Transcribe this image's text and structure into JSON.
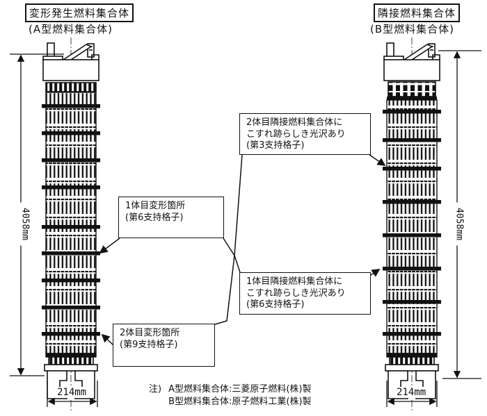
{
  "titles": {
    "left": {
      "boxed": "変形発生燃料集合体",
      "sub": "(A型燃料集合体)"
    },
    "right": {
      "boxed": "隣接燃料集合体",
      "sub": "(B型燃料集合体)"
    }
  },
  "callouts": {
    "b_grid3": {
      "line1": "2体目隣接燃料集合体に",
      "line2": "こすれ跡らしき光沢あり",
      "line3": "(第3支持格子)"
    },
    "a_grid6": {
      "line1": "1体目変形箇所",
      "line2": "(第6支持格子)",
      "line3": ""
    },
    "b_grid6": {
      "line1": "1体目隣接燃料集合体に",
      "line2": "こすれ跡らしき光沢あり",
      "line3": "(第6支持格子)"
    },
    "a_grid9": {
      "line1": "2体目変形箇所",
      "line2": "(第9支持格子)",
      "line3": ""
    }
  },
  "dimensions": {
    "left_height": "4058mm",
    "right_height": "4058mm",
    "left_width": "214mm",
    "right_width": "214mm"
  },
  "note": {
    "prefix": "注)",
    "line1": "A型燃料集合体:三菱原子燃料(株)製",
    "line2": "B型燃料集合体:原子燃料工業(株)製"
  },
  "colors": {
    "ink": "#111111",
    "paper": "#ffffff"
  }
}
